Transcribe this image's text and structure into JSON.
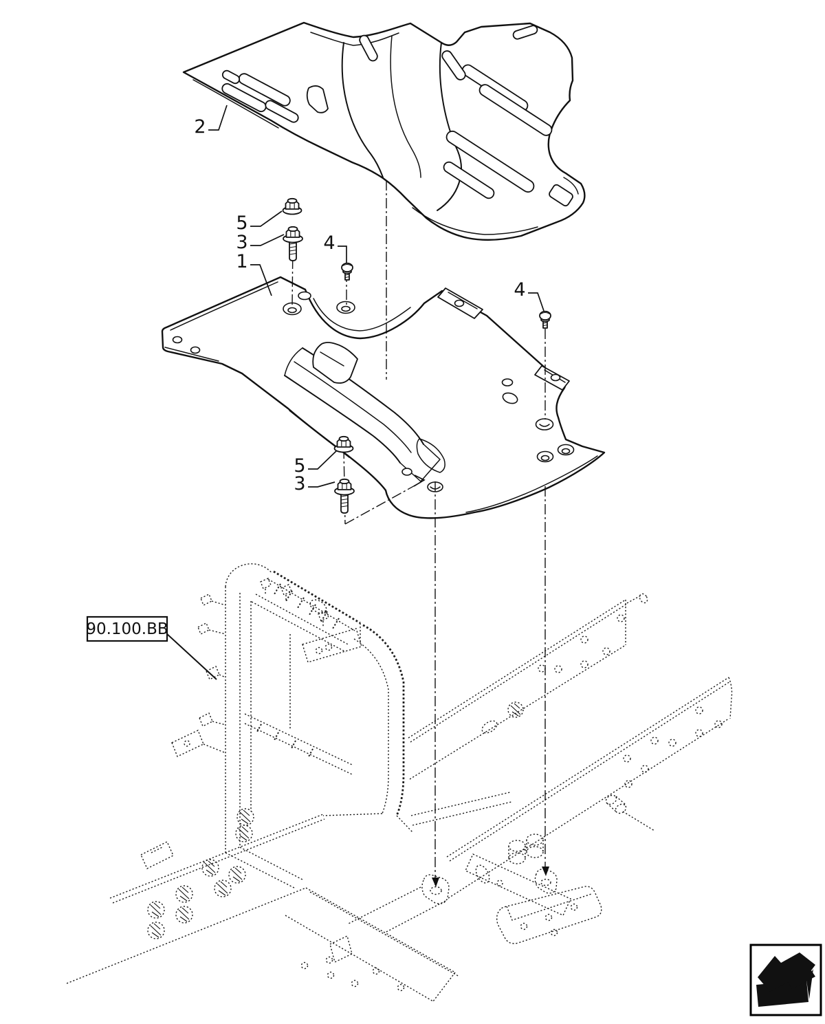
{
  "figure": {
    "type": "exploded-parts-diagram",
    "background": "#ffffff",
    "line_color": "#111111",
    "callouts": [
      {
        "id": "callout-2",
        "label": "2"
      },
      {
        "id": "callout-5-upper",
        "label": "5"
      },
      {
        "id": "callout-3-upper",
        "label": "3"
      },
      {
        "id": "callout-1",
        "label": "1"
      },
      {
        "id": "callout-4-left",
        "label": "4"
      },
      {
        "id": "callout-4-right",
        "label": "4"
      },
      {
        "id": "callout-5-lower",
        "label": "5"
      },
      {
        "id": "callout-3-lower",
        "label": "3"
      }
    ],
    "reference_box": {
      "label": "90.100.BB"
    },
    "logo": {
      "name": "page-corner-arrow-icon",
      "color": "#000000"
    }
  }
}
